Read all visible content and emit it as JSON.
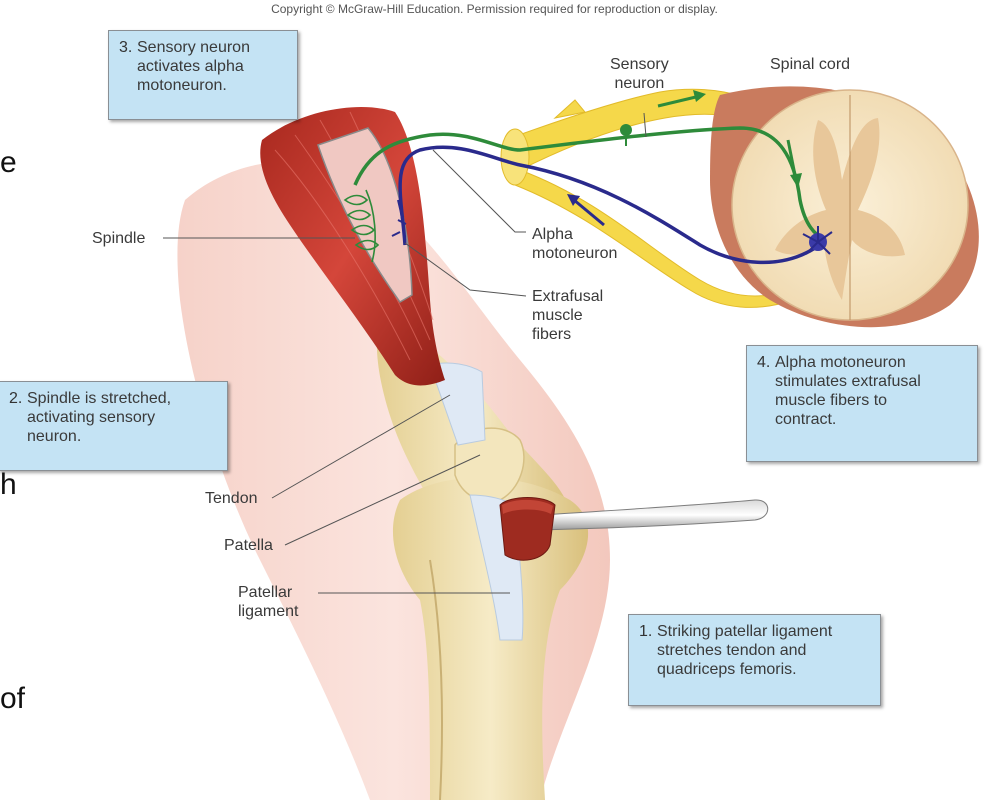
{
  "copyright": "Copyright © McGraw-Hill Education. Permission required for reproduction or display.",
  "callouts": {
    "step1": {
      "num": "1.",
      "text": "Striking patellar ligament\nstretches tendon and\nquadriceps femoris."
    },
    "step2": {
      "num": "2.",
      "text": "Spindle is stretched,\nactivating sensory\nneuron."
    },
    "step3": {
      "num": "3.",
      "text": "Sensory neuron\nactivates alpha\nmotoneuron."
    },
    "step4": {
      "num": "4.",
      "text": "Alpha motoneuron\nstimulates extrafusal\nmuscle fibers to\ncontract."
    }
  },
  "labels": {
    "sensory_neuron": "Sensory\nneuron",
    "spinal_cord": "Spinal cord",
    "spindle": "Spindle",
    "alpha_motoneuron": "Alpha\nmotoneuron",
    "extrafusal": "Extrafusal\nmuscle\nfibers",
    "tendon": "Tendon",
    "patella": "Patella",
    "patellar_ligament": "Patellar\nligament"
  },
  "slide_fragments": [
    "e",
    "h",
    "of"
  ],
  "colors": {
    "sensory_neuron": "#2e8b3a",
    "motor_neuron": "#2a2a8c",
    "nerve_sheath": "#f5d84a",
    "muscle": "#c0392b",
    "bone": "#ecdcaa",
    "callout_fill": "#c4e3f4"
  }
}
